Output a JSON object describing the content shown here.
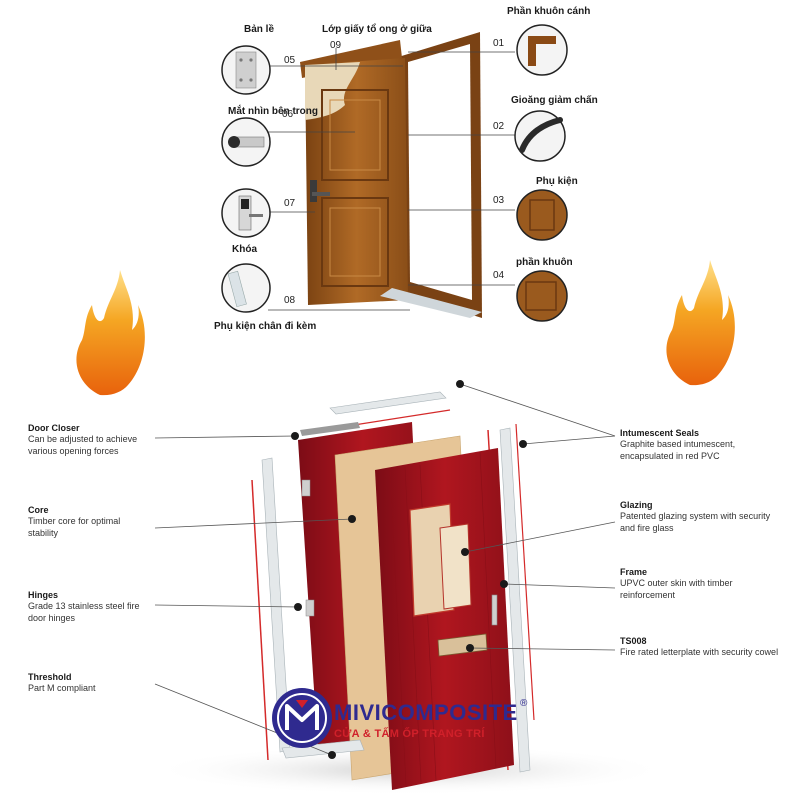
{
  "top": {
    "labels": {
      "ban_le": "Bản lề",
      "lop_giay": "Lớp giấy tổ ong ở giữa",
      "phan_khuon_canh": "Phần khuôn cánh",
      "mat_nhin": "Mắt nhìn bên trong",
      "gioang": "Gioăng giảm chấn",
      "phu_kien": "Phụ kiện",
      "khoa": "Khóa",
      "phan_khuon": "phần khuôn",
      "phu_kien_chan": "Phụ kiện chân đi kèm"
    },
    "numbers": {
      "n01": "01",
      "n02": "02",
      "n03": "03",
      "n04": "04",
      "n05": "05",
      "n06": "06",
      "n07": "07",
      "n08": "08",
      "n09": "09"
    }
  },
  "bottom": {
    "left": [
      {
        "title": "Door Closer",
        "desc": "Can be adjusted to achieve various opening forces"
      },
      {
        "title": "Core",
        "desc": "Timber core for optimal stability"
      },
      {
        "title": "Hinges",
        "desc": "Grade 13 stainless steel fire door hinges"
      },
      {
        "title": "Threshold",
        "desc": "Part M compliant"
      }
    ],
    "right": [
      {
        "title": "Intumescent Seals",
        "desc": "Graphite based intumescent, encapsulated in red PVC"
      },
      {
        "title": "Glazing",
        "desc": "Patented glazing system with security and fire glass"
      },
      {
        "title": "Frame",
        "desc": "UPVC outer skin with timber reinforcement"
      },
      {
        "title": "TS008",
        "desc": "Fire rated letterplate with security cowel"
      }
    ]
  },
  "logo": {
    "name": "MIVICOMPOSITE",
    "registered": "®",
    "tagline": "CỬA & TẤM ỐP TRANG TRÍ",
    "mark": "M"
  },
  "colors": {
    "wood": "#9a5a1e",
    "red_door": "#a3121e",
    "core": "#e8c89a",
    "brand_blue": "#2f2a8f",
    "brand_red": "#d0202a",
    "flame": "#f5a623"
  }
}
